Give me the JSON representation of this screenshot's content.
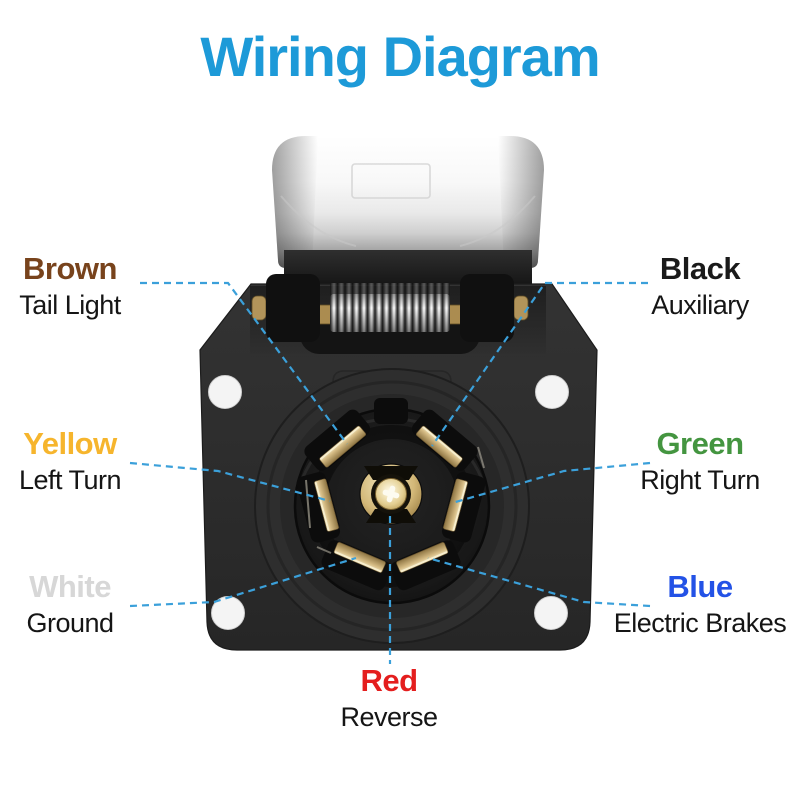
{
  "title": "Wiring Diagram",
  "colors": {
    "title": "#1d9ad8",
    "leader_line": "#3ba0da",
    "connector_body": "#2b2b2b",
    "terminal_brass": "#cdb27a"
  },
  "wires": [
    {
      "color_label": "Brown",
      "function": "Tail Light",
      "color": "#78431c",
      "pin_position": "top-left"
    },
    {
      "color_label": "Black",
      "function": "Auxiliary",
      "color": "#1a1a1a",
      "pin_position": "top-right"
    },
    {
      "color_label": "Yellow",
      "function": "Left Turn",
      "color": "#f6b52d",
      "pin_position": "middle-left"
    },
    {
      "color_label": "Green",
      "function": "Right Turn",
      "color": "#449540",
      "pin_position": "middle-right"
    },
    {
      "color_label": "White",
      "function": "Ground",
      "color": "#d7d7d7",
      "pin_position": "bottom-left"
    },
    {
      "color_label": "Blue",
      "function": "Electric Brakes",
      "color": "#2352e6",
      "pin_position": "bottom-right"
    },
    {
      "color_label": "Red",
      "function": "Reverse",
      "color": "#e41e1e",
      "pin_position": "center"
    }
  ]
}
